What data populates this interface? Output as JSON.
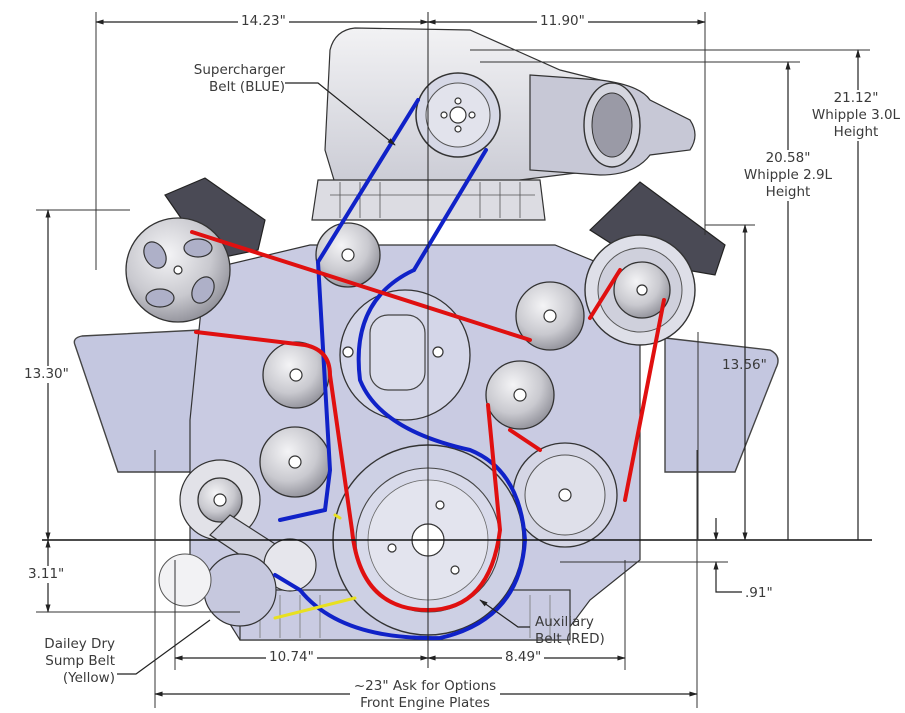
{
  "title": "Supercharged engine front drive belt layout with dimensions",
  "colors": {
    "supercharger_belt": "#1022c8",
    "auxiliary_belt": "#e01010",
    "dry_sump_belt": "#e8e020",
    "engine_plate": "#c4c7e0",
    "dimension_text": "#3a3a3a"
  },
  "dimensions": {
    "top_left_width": "14.23\"",
    "top_right_width": "11.90\"",
    "height_whipple_3_0": {
      "value": "21.12\"",
      "line1": "Whipple 3.0L",
      "line2": "Height"
    },
    "height_whipple_2_9": {
      "value": "20.58\"",
      "line1": "Whipple 2.9L",
      "line2": "Height"
    },
    "left_height": "13.30\"",
    "right_height": "13.56\"",
    "below_crank_left": "3.11\"",
    "below_crank_right": ".91\"",
    "bottom_left_width": "10.74\"",
    "bottom_right_width": "8.49\"",
    "overall_width": {
      "line1": "~23\" Ask for Options",
      "line2": "Front Engine Plates"
    }
  },
  "callouts": {
    "supercharger_belt": {
      "line1": "Supercharger",
      "line2": "Belt (BLUE)"
    },
    "auxiliary_belt": {
      "line1": "Auxiliary",
      "line2": "Belt (RED)"
    },
    "dry_sump_belt": {
      "line1": "Dailey Dry",
      "line2": "Sump Belt",
      "line3": "(Yellow)"
    }
  }
}
